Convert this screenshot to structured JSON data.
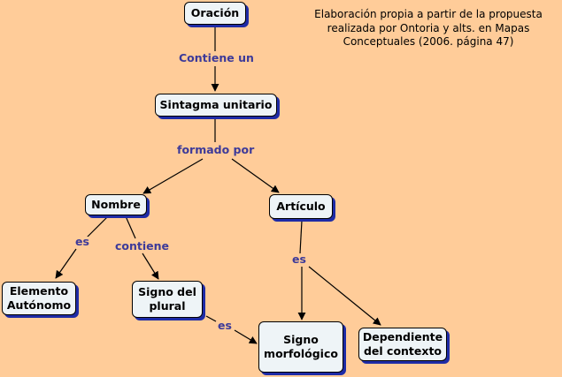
{
  "note": "Elaboración propia a partir de la propuesta realizada por Ontoria y alts. en Mapas Conceptuales (2006. página 47)",
  "colors": {
    "background": "#FFCC99",
    "node_fill": "#EEF4F7",
    "node_shadow": "#1E2BA6",
    "link_label": "#3D3A99",
    "line": "#000000"
  },
  "concepts": {
    "oracion": "Oración",
    "sintagma": "Sintagma unitario",
    "nombre": "Nombre",
    "articulo": "Artículo",
    "elemento_autonomo": "Elemento Autónomo",
    "signo_plural": "Signo del plural",
    "signo_morfologico": "Signo morfológico",
    "dependiente_contexto": "Dependiente del contexto"
  },
  "links": {
    "contiene_un": "Contiene un",
    "formado_por": "formado por",
    "nombre_es": "es",
    "contiene": "contiene",
    "articulo_es": "es",
    "plural_es": "es"
  },
  "edges": [
    {
      "from": "oracion",
      "to": "sintagma",
      "label": "contiene_un"
    },
    {
      "from": "sintagma",
      "to": "nombre",
      "label": "formado_por"
    },
    {
      "from": "sintagma",
      "to": "articulo",
      "label": "formado_por"
    },
    {
      "from": "nombre",
      "to": "elemento_autonomo",
      "label": "nombre_es"
    },
    {
      "from": "nombre",
      "to": "signo_plural",
      "label": "contiene"
    },
    {
      "from": "articulo",
      "to": "signo_morfologico",
      "label": "articulo_es"
    },
    {
      "from": "articulo",
      "to": "dependiente_contexto",
      "label": "articulo_es"
    },
    {
      "from": "signo_plural",
      "to": "signo_morfologico",
      "label": "plural_es"
    }
  ]
}
